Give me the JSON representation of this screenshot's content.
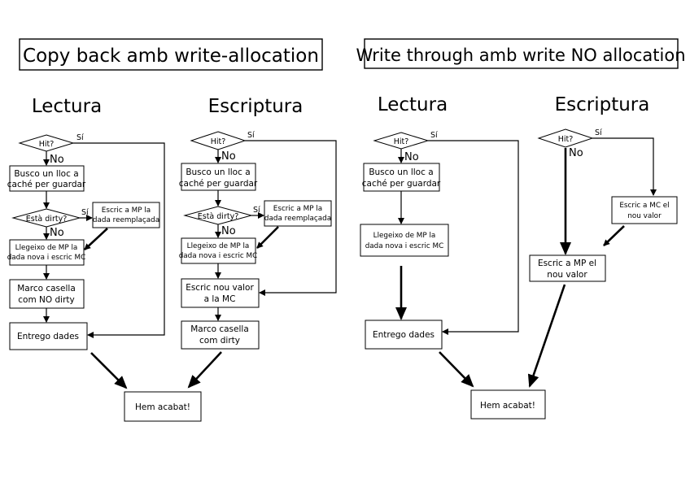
{
  "titles": {
    "left": "Copy back amb write-allocation",
    "right": "Write through amb write NO allocation"
  },
  "headings": {
    "cb_read": "Lectura",
    "cb_write": "Escriptura",
    "wt_read": "Lectura",
    "wt_write": "Escriptura"
  },
  "labels": {
    "hit": "Hit?",
    "yes": "Sí",
    "no": "No",
    "dirty": "Està dirty?"
  },
  "nodes": {
    "busco_1": "Busco un lloc a",
    "busco_2": "caché per guardar",
    "escric_mp_rep_1": "Escric a MP la",
    "escric_mp_rep_2": "dada reemplaçada",
    "llegeixo_1": "Llegeixo de MP la",
    "llegeixo_2": "dada nova i escric MC",
    "marco_nodirty_1": "Marco casella",
    "marco_nodirty_2": "com NO dirty",
    "entrego": "Entrego dades",
    "escric_nou_1": "Escric nou valor",
    "escric_nou_2": "a la MC",
    "marco_dirty_1": "Marco casella",
    "marco_dirty_2": "com dirty",
    "acabat": "Hem acabat!",
    "escric_mc_1": "Escric a MC el",
    "escric_mc_2": "nou valor",
    "escric_mp_1": "Escric a MP el",
    "escric_mp_2": "nou valor"
  }
}
